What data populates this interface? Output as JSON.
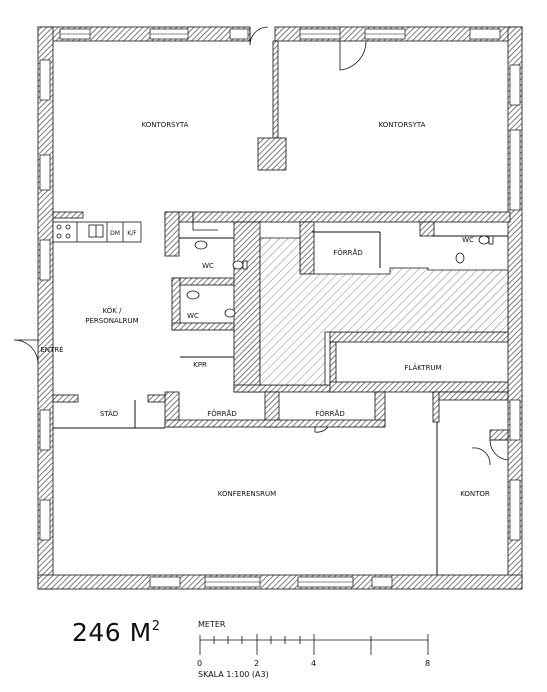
{
  "plan": {
    "rooms": {
      "kontorsyta_left": "KONTORSYTA",
      "kontorsyta_right": "KONTORSYTA",
      "wc_1": "WC",
      "wc_2": "WC",
      "wc_3": "WC",
      "forrad_1": "FÖRRÅD",
      "forrad_2": "FÖRRÅD",
      "forrad_3": "FÖRRÅD",
      "kok_line1": "KÖK /",
      "kok_line2": "PERSONALRUM",
      "entre": "ENTRÉ",
      "kpr": "KPR",
      "flaktrum": "FLÄKTRUM",
      "stad": "STÄD",
      "konferensrum": "KONFERENSRUM",
      "kontor": "KONTOR",
      "dm": "DM",
      "kf": "K/F"
    }
  },
  "area": {
    "value": "246 M",
    "sup": "2"
  },
  "scale": {
    "unit": "METER",
    "ticks": [
      "0",
      "2",
      "4",
      "8"
    ],
    "caption": "SKALA 1:100 (A3)"
  },
  "colors": {
    "wall_hatch": "#555555",
    "line": "#111111"
  }
}
